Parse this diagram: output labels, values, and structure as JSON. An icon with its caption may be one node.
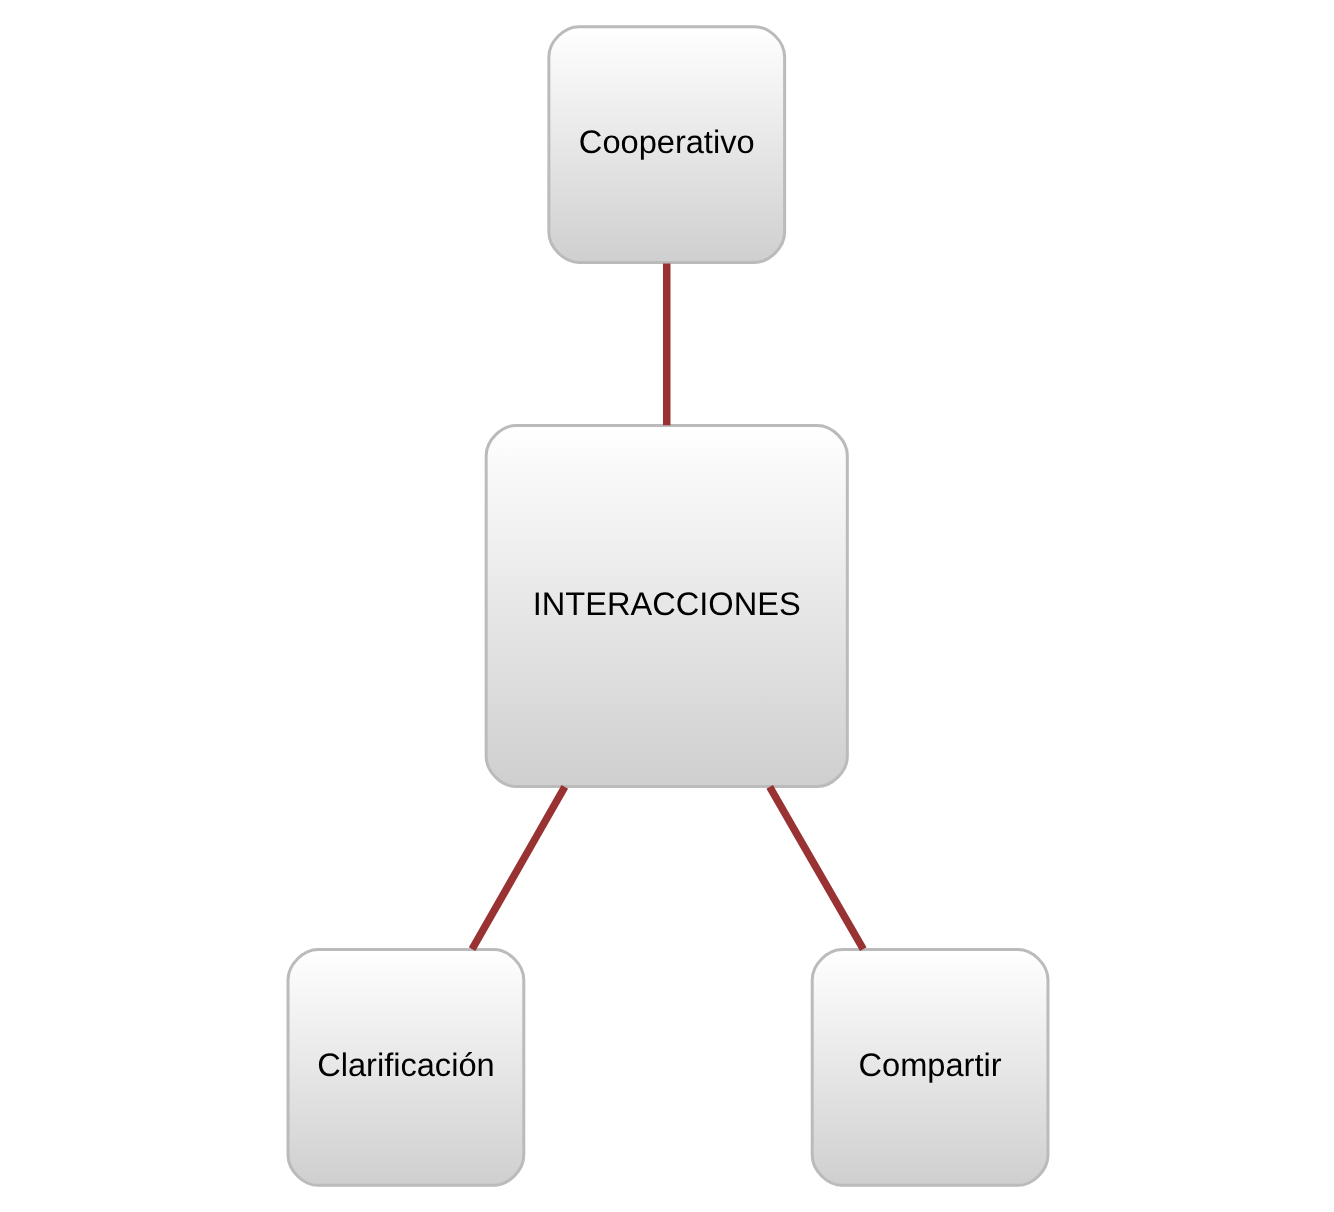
{
  "diagram": {
    "nodes": [
      {
        "text": [
          "Cooperativo"
        ]
      },
      {
        "text": [
          "INTERACCIONES"
        ]
      },
      {
        "text": [
          "Clarificación"
        ]
      },
      {
        "text": [
          "Compartir"
        ]
      }
    ],
    "edges": [
      {
        "from": 1,
        "to": 0,
        "arrow": "none"
      },
      {
        "from": 1,
        "to": 2,
        "arrow": "none"
      },
      {
        "from": 1,
        "to": 3,
        "arrow": "none"
      }
    ]
  }
}
